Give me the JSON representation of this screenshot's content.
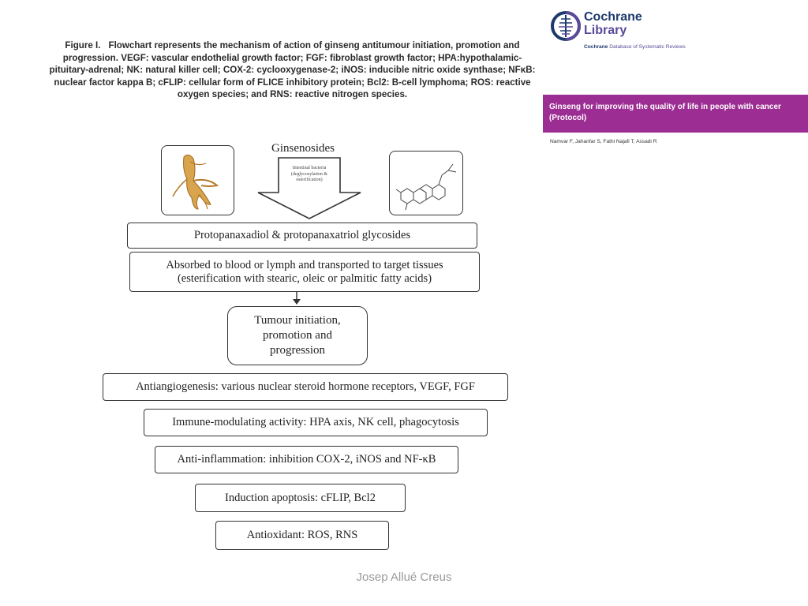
{
  "caption": {
    "label": "Figure I.",
    "text": "Flowchart represents the mechanism of action of ginseng antitumour initiation, promotion and progression. VEGF: vascular endothelial growth factor; FGF: fibroblast growth factor; HPA:hypothalamic-pituitary-adrenal; NK: natural killer cell; COX-2: cyclooxygenase-2; iNOS: inducible nitric oxide synthase; NFκB: nuclear factor kappa B; cFLIP: cellular form of FLICE inhibitory protein; Bcl2: B-cell lymphoma; ROS: reactive oxygen species; and RNS: reactive nitrogen species."
  },
  "brand": {
    "line1": "Cochrane",
    "line2": "Library",
    "sub_bold": "Cochrane",
    "sub_rest": " Database of Systematic Reviews",
    "logo_icon": "cochrane-logo-icon",
    "colors": {
      "navy": "#1d3a6c",
      "purple": "#5b4a99",
      "banner": "#9c2d92"
    }
  },
  "article": {
    "title": "Ginseng for improving the quality of life in people with cancer (Protocol)",
    "authors": "Namvar F, Jahanfar S, Fathi Najafi T, Assadi R"
  },
  "flowchart": {
    "images": {
      "left": "ginseng-root-image",
      "right": "chemical-structure-image"
    },
    "top_label": "Ginsenosides",
    "arrow_text": "Intestinal bacteria (deglycosylation & esterification)",
    "box1": "Protopanaxadiol & protopanaxatriol glycosides",
    "box2_line1": "Absorbed to blood or lymph and transported to target tissues",
    "box2_line2": "(esterification with stearic, oleic or palmitic fatty acids)",
    "center_line1": "Tumour initiation,",
    "center_line2": "promotion and",
    "center_line3": "progression",
    "effects": [
      "Antiangiogenesis: various nuclear steroid hormone receptors, VEGF, FGF",
      "Immune-modulating activity: HPA axis, NK cell, phagocytosis",
      "Anti-inflammation: inhibition COX-2, iNOS and NF-κB",
      "Induction apoptosis: cFLIP, Bcl2",
      "Antioxidant: ROS, RNS"
    ]
  },
  "footer": "Josep Allué Creus"
}
